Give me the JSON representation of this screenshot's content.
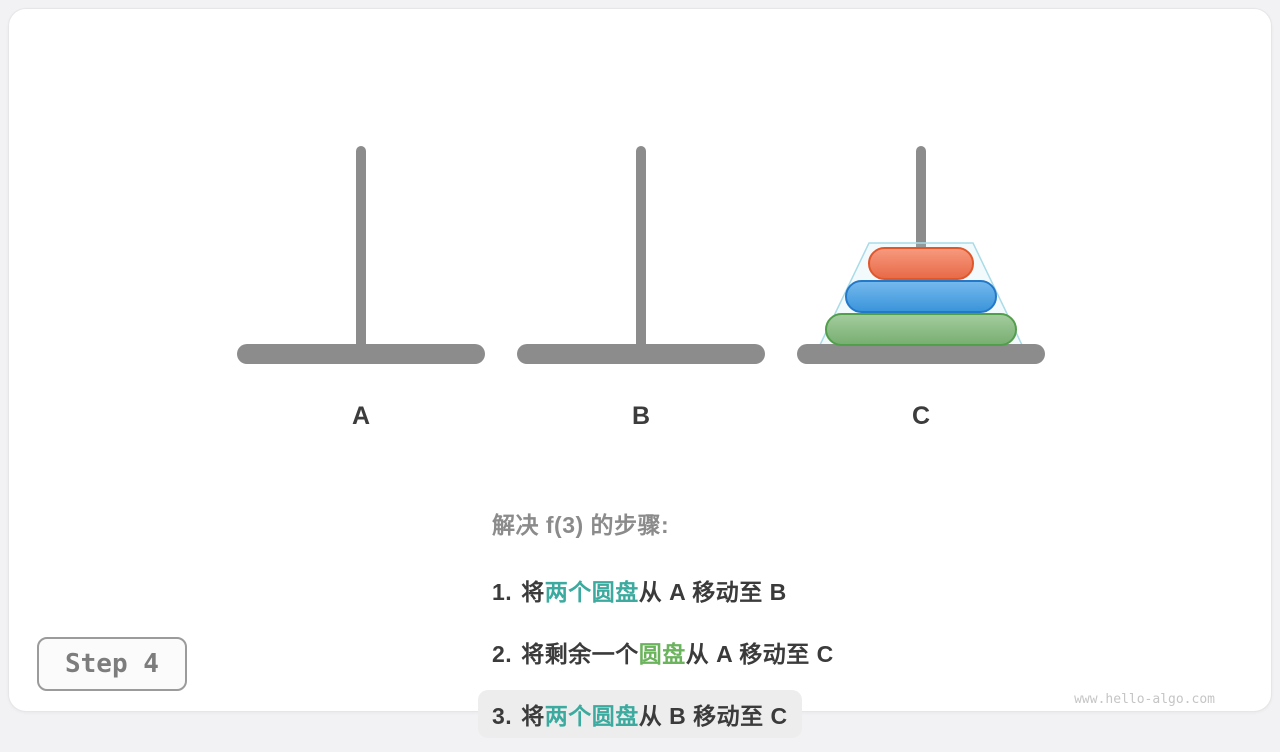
{
  "colors": {
    "accent_teal": "#3caa9e",
    "accent_green": "#6cb35e",
    "peg_gray": "#8c8c8c",
    "highlight_bg": "#ededee",
    "disk_orange": "#f4714c",
    "disk_orange_border": "#e0572b",
    "disk_blue": "#3e9de6",
    "disk_blue_border": "#2478c8",
    "disk_green": "#7fb878",
    "disk_green_border": "#519e4b",
    "guide_outline": "#a9dbe8"
  },
  "pegs": [
    {
      "label": "A",
      "disks": []
    },
    {
      "label": "B",
      "disks": []
    },
    {
      "label": "C",
      "disks": [
        {
          "size": "large",
          "color_key": "green"
        },
        {
          "size": "medium",
          "color_key": "blue"
        },
        {
          "size": "small",
          "color_key": "orange"
        }
      ]
    }
  ],
  "description": {
    "header": "解决 f(3) 的步骤:",
    "steps": [
      {
        "num": "1.",
        "pre": "将",
        "em": "两个圆盘",
        "em_color": "teal",
        "post": "从 A 移动至 B",
        "highlighted": false
      },
      {
        "num": "2.",
        "pre": "将剩余一个",
        "em": "圆盘",
        "em_color": "green",
        "post": "从 A 移动至 C",
        "highlighted": false
      },
      {
        "num": "3.",
        "pre": "将",
        "em": "两个圆盘",
        "em_color": "teal",
        "post": "从 B 移动至 C",
        "highlighted": true
      }
    ]
  },
  "badge": {
    "label": "Step 4"
  },
  "watermark": "www.hello-algo.com"
}
